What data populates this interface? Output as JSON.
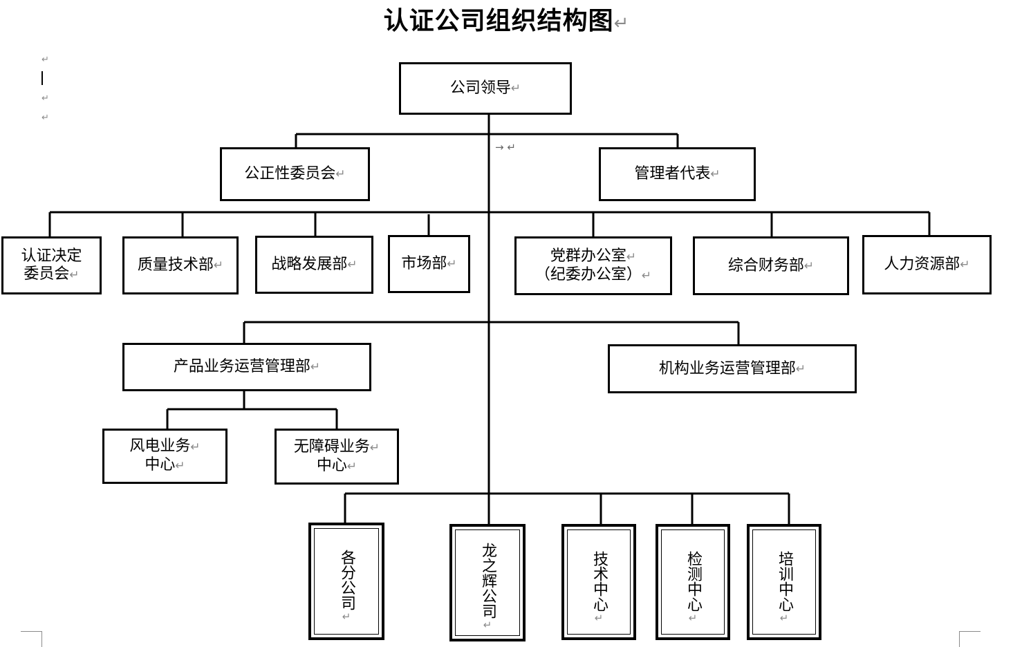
{
  "title": "认证公司组织结构图",
  "para_mark": "↵",
  "tab_mark": "→",
  "nodes": {
    "leader": "公司领导",
    "impartiality": "公正性委员会",
    "mgmt_rep": "管理者代表",
    "cert_decision_1": "认证决定",
    "cert_decision_2": "委员会",
    "quality": "质量技术部",
    "strategy": "战略发展部",
    "market": "市场部",
    "party_1": "党群办公室",
    "party_2": "（纪委办公室）",
    "finance": "综合财务部",
    "hr": "人力资源部",
    "product_ops": "产品业务运营管理部",
    "org_ops": "机构业务运营管理部",
    "wind_1": "风电业务",
    "wind_2": "中心",
    "barrier_1": "无障碍业务",
    "barrier_2": "中心",
    "branches": "各分公司",
    "longzhihui": "龙之辉公司",
    "tech_center": "技术中心",
    "testing_center": "检测中心",
    "training_center": "培训中心"
  }
}
